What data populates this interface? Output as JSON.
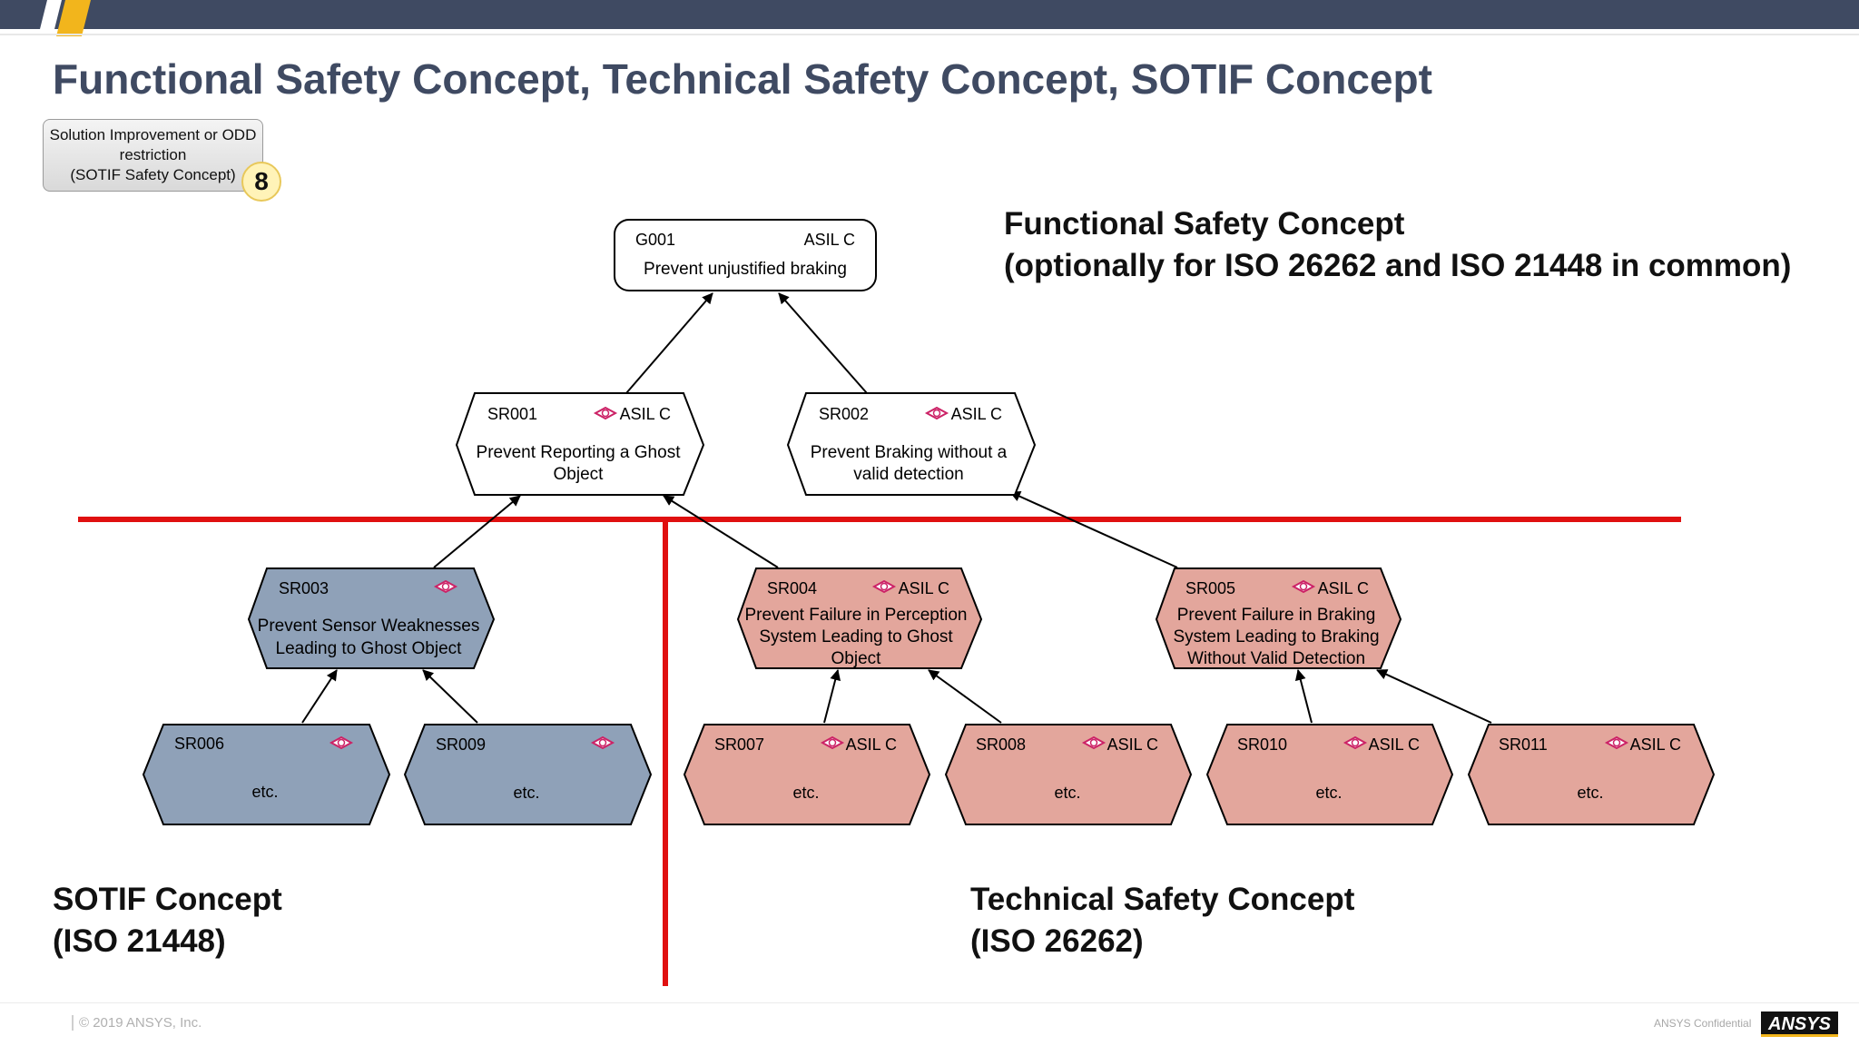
{
  "title": "Functional Safety Concept, Technical Safety Concept, SOTIF Concept",
  "callout": {
    "lines": [
      "Solution Improvement or ODD",
      "restriction",
      "(SOTIF Safety Concept)"
    ],
    "step": "8"
  },
  "sections": {
    "fsc": {
      "line1": "Functional Safety Concept",
      "line2": "(optionally for ISO 26262 and ISO 21448 in common)"
    },
    "sotif": {
      "line1": "SOTIF Concept",
      "line2": "(ISO 21448)"
    },
    "tsc": {
      "line1": "Technical Safety Concept",
      "line2": "(ISO 26262)"
    }
  },
  "colors": {
    "divider": "#e01010",
    "sotif_fill": "#8fa1b8",
    "tsc_fill": "#e3a69c",
    "white_fill": "#ffffff",
    "title": "#3f4a62"
  },
  "nodes": {
    "G001": {
      "id": "G001",
      "asil": "ASIL C",
      "text": "Prevent unjustified braking"
    },
    "SR001": {
      "id": "SR001",
      "asil": "ASIL C",
      "text1": "Prevent Reporting a Ghost",
      "text2": "Object",
      "icon": "function-icon"
    },
    "SR002": {
      "id": "SR002",
      "asil": "ASIL C",
      "text1": "Prevent Braking without a",
      "text2": "valid detection",
      "icon": "function-icon"
    },
    "SR003": {
      "id": "SR003",
      "text1": "Prevent Sensor Weaknesses",
      "text2": "Leading to Ghost Object",
      "icon": "technical-icon"
    },
    "SR004": {
      "id": "SR004",
      "asil": "ASIL C",
      "text1": "Prevent Failure in Perception",
      "text2": "System Leading to Ghost",
      "text3": "Object",
      "icon": "technical-icon"
    },
    "SR005": {
      "id": "SR005",
      "asil": "ASIL C",
      "text1": "Prevent Failure in Braking",
      "text2": "System Leading to Braking",
      "text3": "Without Valid Detection",
      "icon": "function-icon"
    },
    "SR006": {
      "id": "SR006",
      "text": "etc.",
      "icon": "technical-icon"
    },
    "SR009": {
      "id": "SR009",
      "text": "etc.",
      "icon": "technical-icon"
    },
    "SR007": {
      "id": "SR007",
      "asil": "ASIL C",
      "text": "etc.",
      "icon": "technical-icon"
    },
    "SR008": {
      "id": "SR008",
      "asil": "ASIL C",
      "text": "etc.",
      "icon": "technical-icon"
    },
    "SR010": {
      "id": "SR010",
      "asil": "ASIL C",
      "text": "etc.",
      "icon": "technical-icon"
    },
    "SR011": {
      "id": "SR011",
      "asil": "ASIL C",
      "text": "etc.",
      "icon": "technical-icon"
    }
  },
  "footer": {
    "copyright": "© 2019 ANSYS, Inc.",
    "confidential": "ANSYS Confidential",
    "logo": "ANSYS"
  }
}
